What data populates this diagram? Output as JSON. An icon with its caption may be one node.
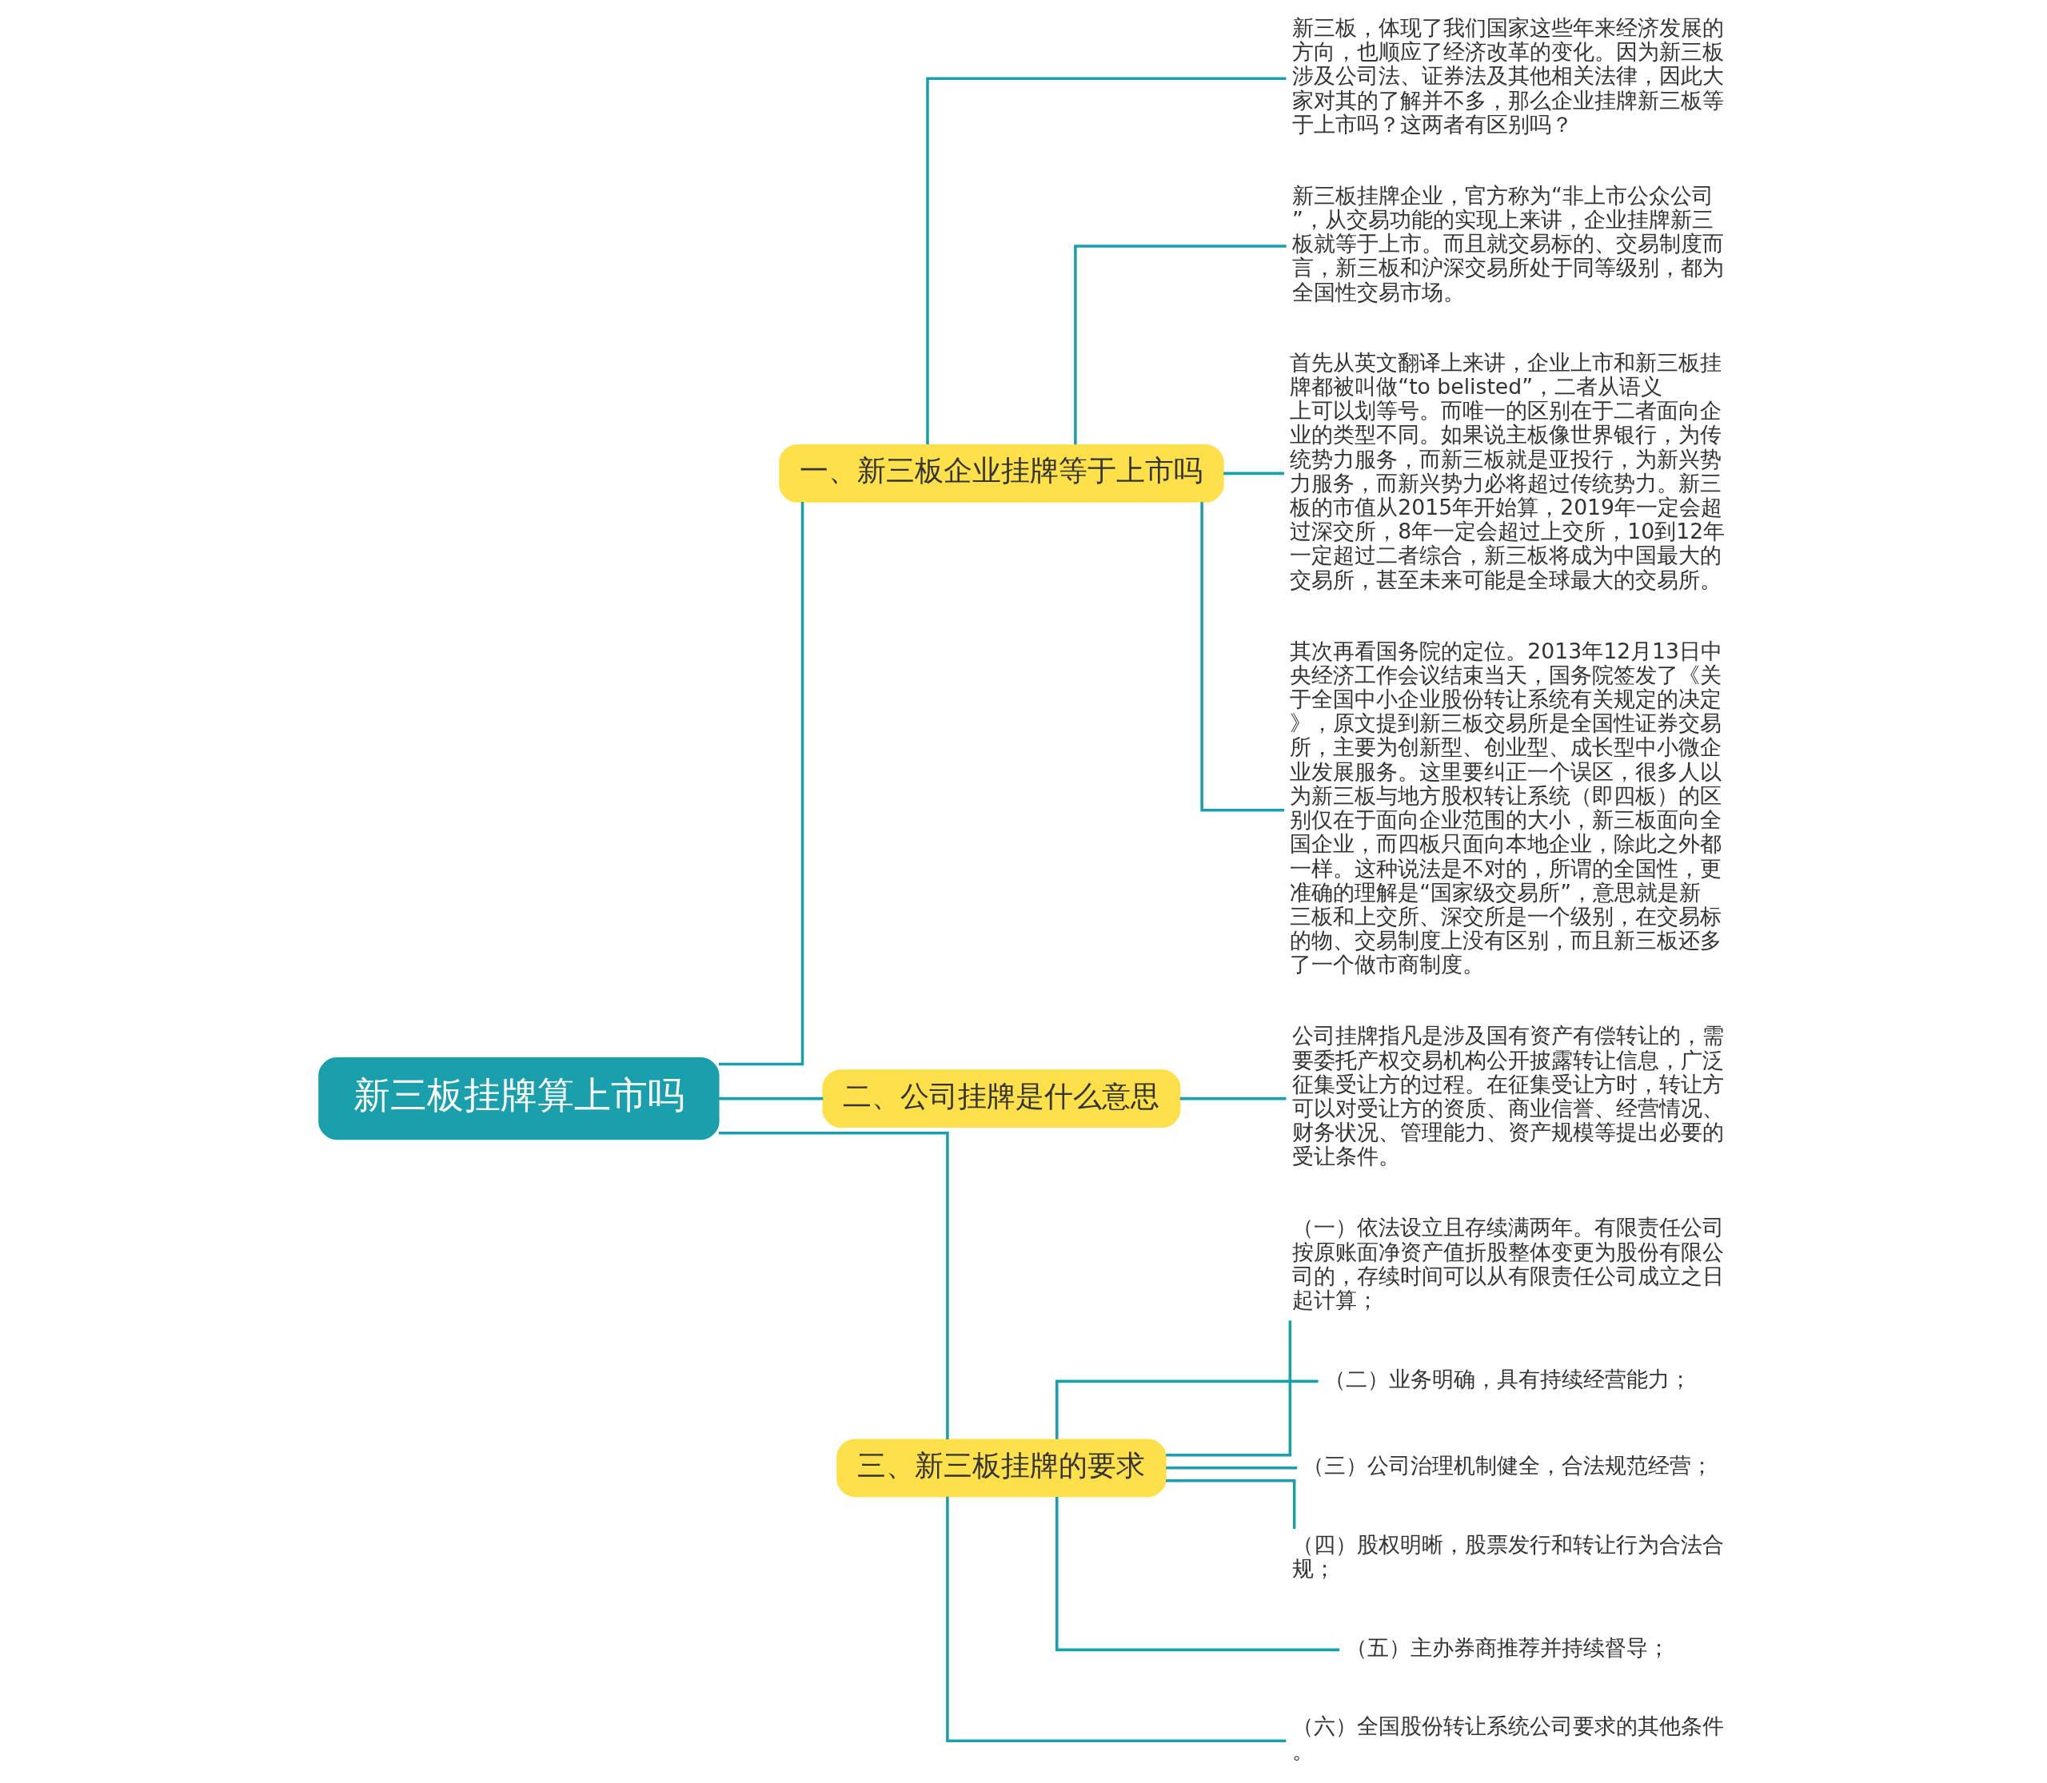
{
  "diagram": {
    "nodes": [
      {
        "text": [
          "新三板挂牌算上市吗"
        ]
      },
      {
        "text": [
          "一、新三板企业挂牌等于上市吗"
        ]
      },
      {
        "text": [
          "新三板，体现了我们国家这些年来经济发展的方向，也顺应了经济改革的变化。因为新三板涉及公司法、证券法及其他相关法律，因此大家对其的了解并不多，那么企业挂牌新三板等于上市吗？这两者有区别吗？"
        ]
      },
      {
        "text": [
          "新三板挂牌企业，官方称为“非上市公众公司”，从交易功能的实现上来讲，企业挂牌新三板就等于上市。而且就交易标的、交易制度而言，新三板和沪深交易所处于同等级别，都为全国性交易市场。"
        ]
      },
      {
        "text": [
          "首先从英文翻译上来讲，企业上市和新三板挂牌都被叫做“to belisted”，二者从语义上可以划等号。而唯一的区别在于二者面向企业的类型不同。如果说主板像世界银行，为传统势力服务，而新三板就是亚投行，为新兴势力服务，而新兴势力必将超过传统势力。新三板的市值从2015年开始算，2019年一定会超过深交所，8年一定会超过上交所，10到12年一定超过二者综合，新三板将成为中国最大的交易所，甚至未来可能是全球最大的交易所。"
        ]
      },
      {
        "text": [
          "其次再看国务院的定位。2013年12月13日中央经济工作会议结束当天，国务院签发了《关于全国中小企业股份转让系统有关规定的决定》，原文提到新三板交易所是全国性证券交易所，主要为创新型、创业型、成长型中小微企业发展服务。这里要纠正一个误区，很多人以为新三板与地方股权转让系统（即四板）的区别仅在于面向企业范围的大小，新三板面向全国企业，而四板只面向本地企业，除此之外都一样。这种说法是不对的，所谓的全国性，更准确的理解是“国家级交易所”，意思就是新三板和上交所、深交所是一个级别，在交易标的物、交易制度上没有区别，而且新三板还多了一个做市商制度。"
        ]
      },
      {
        "text": [
          "二、公司挂牌是什么意思"
        ]
      },
      {
        "text": [
          "公司挂牌指凡是涉及国有资产有偿转让的，需要委托产权交易机构公开披露转让信息，广泛征集受让方的过程。在征集受让方时，转让方可以对受让方的资质、商业信誉、经营情况、财务状况、管理能力、资产规模等提出必要的受让条件。"
        ]
      },
      {
        "text": [
          "三、新三板挂牌的要求"
        ]
      },
      {
        "text": [
          "（一）依法设立且存续满两年。有限责任公司按原账面净资产值折股整体变更为股份有限公司的，存续时间可以从有限责任公司成立之日起计算；"
        ]
      },
      {
        "text": [
          "（二）业务明确，具有持续经营能力；"
        ]
      },
      {
        "text": [
          "（三）公司治理机制健全，合法规范经营；"
        ]
      },
      {
        "text": [
          "（四）股权明晰，股票发行和转让行为合法合规；"
        ]
      },
      {
        "text": [
          "（五）主办券商推荐并持续督导；"
        ]
      },
      {
        "text": [
          "（六）全国股份转让系统公司要求的其他条件。"
        ]
      }
    ],
    "edges": [
      {
        "from": 0,
        "to": 1,
        "arrow": "none"
      },
      {
        "from": 1,
        "to": 2,
        "arrow": "none"
      },
      {
        "from": 1,
        "to": 3,
        "arrow": "none"
      },
      {
        "from": 1,
        "to": 4,
        "arrow": "none"
      },
      {
        "from": 1,
        "to": 5,
        "arrow": "none"
      },
      {
        "from": 0,
        "to": 6,
        "arrow": "none"
      },
      {
        "from": 6,
        "to": 7,
        "arrow": "none"
      },
      {
        "from": 0,
        "to": 8,
        "arrow": "none"
      },
      {
        "from": 8,
        "to": 9,
        "arrow": "none"
      },
      {
        "from": 8,
        "to": 10,
        "arrow": "none"
      },
      {
        "from": 8,
        "to": 11,
        "arrow": "none"
      },
      {
        "from": 8,
        "to": 12,
        "arrow": "none"
      },
      {
        "from": 8,
        "to": 13,
        "arrow": "none"
      },
      {
        "from": 8,
        "to": 14,
        "arrow": "none"
      }
    ]
  }
}
